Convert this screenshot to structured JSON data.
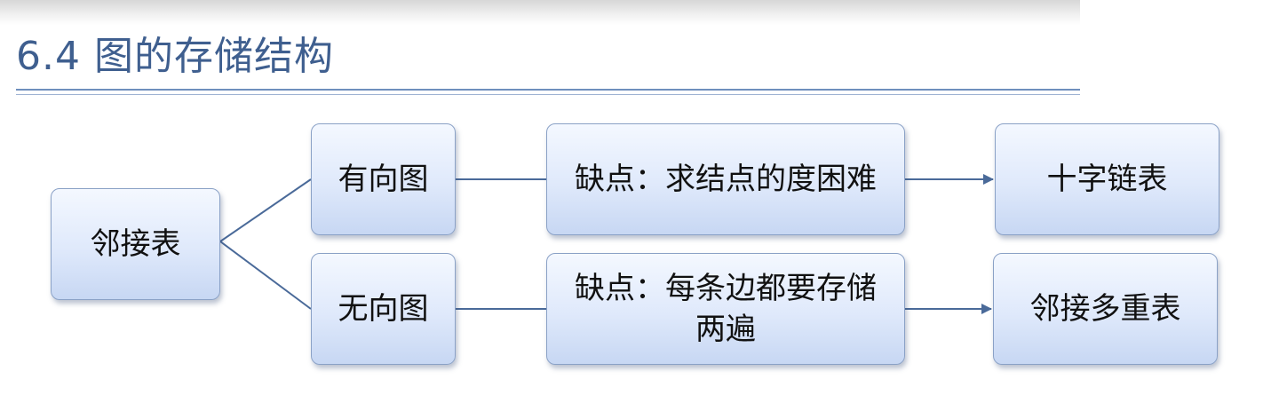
{
  "title": "6.4 图的存储结构",
  "diagram": {
    "root": "邻接表",
    "branches": [
      {
        "label": "有向图",
        "drawback": "缺点：求结点的度困难",
        "solution": "十字链表"
      },
      {
        "label": "无向图",
        "drawback_line1": "缺点：每条边都要存储",
        "drawback_line2": "两遍",
        "solution": "邻接多重表"
      }
    ]
  },
  "colors": {
    "title": "#3f5f8f",
    "rule": "#6f8fbd",
    "connector": "#4a6a99",
    "box_border": "#8aa1c6"
  }
}
